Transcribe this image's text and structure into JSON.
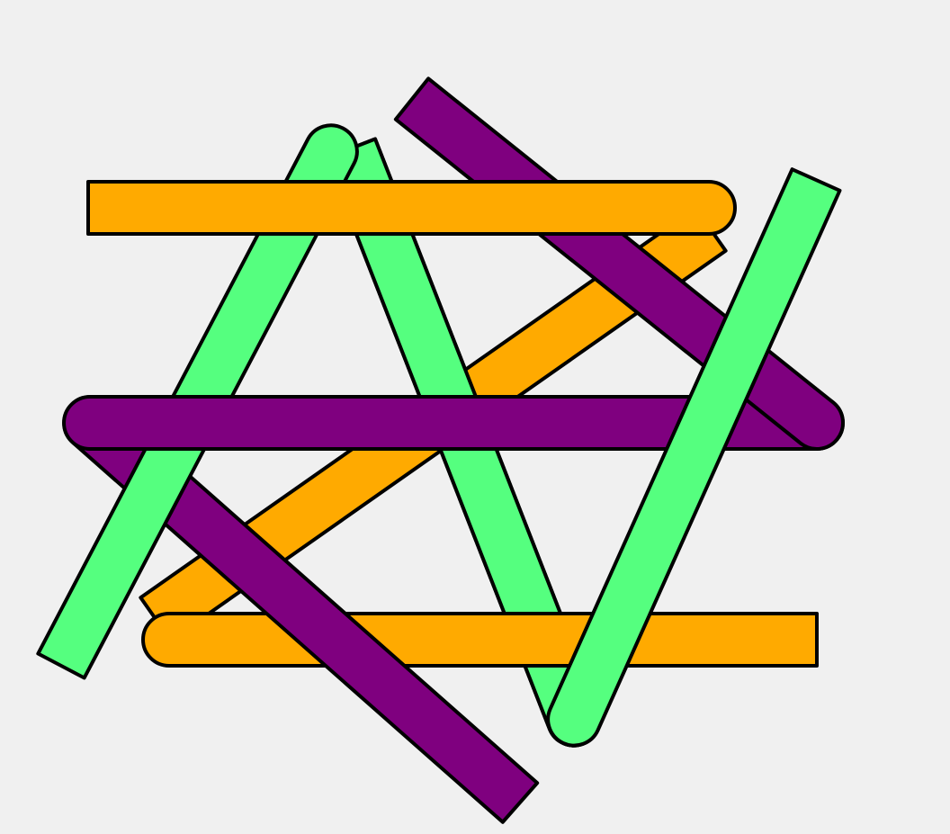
{
  "palette": {
    "background": "#f0f0f0",
    "outline": "#000000",
    "orange": "#ffaa00",
    "green": "#55ff7f",
    "purple": "#7f007f"
  },
  "sticks": [
    {
      "name": "stick-green-left-upper",
      "color": "green"
    },
    {
      "name": "stick-orange-diagonal",
      "color": "orange"
    },
    {
      "name": "stick-green-center",
      "color": "green"
    },
    {
      "name": "stick-orange-bottom",
      "color": "orange"
    },
    {
      "name": "stick-purple-lower-left",
      "color": "purple"
    },
    {
      "name": "stick-green-left-long",
      "color": "green"
    },
    {
      "name": "stick-purple-middle",
      "color": "purple"
    },
    {
      "name": "stick-purple-upper-right",
      "color": "purple"
    },
    {
      "name": "stick-orange-top",
      "color": "orange"
    },
    {
      "name": "stick-green-right-long",
      "color": "green"
    }
  ]
}
